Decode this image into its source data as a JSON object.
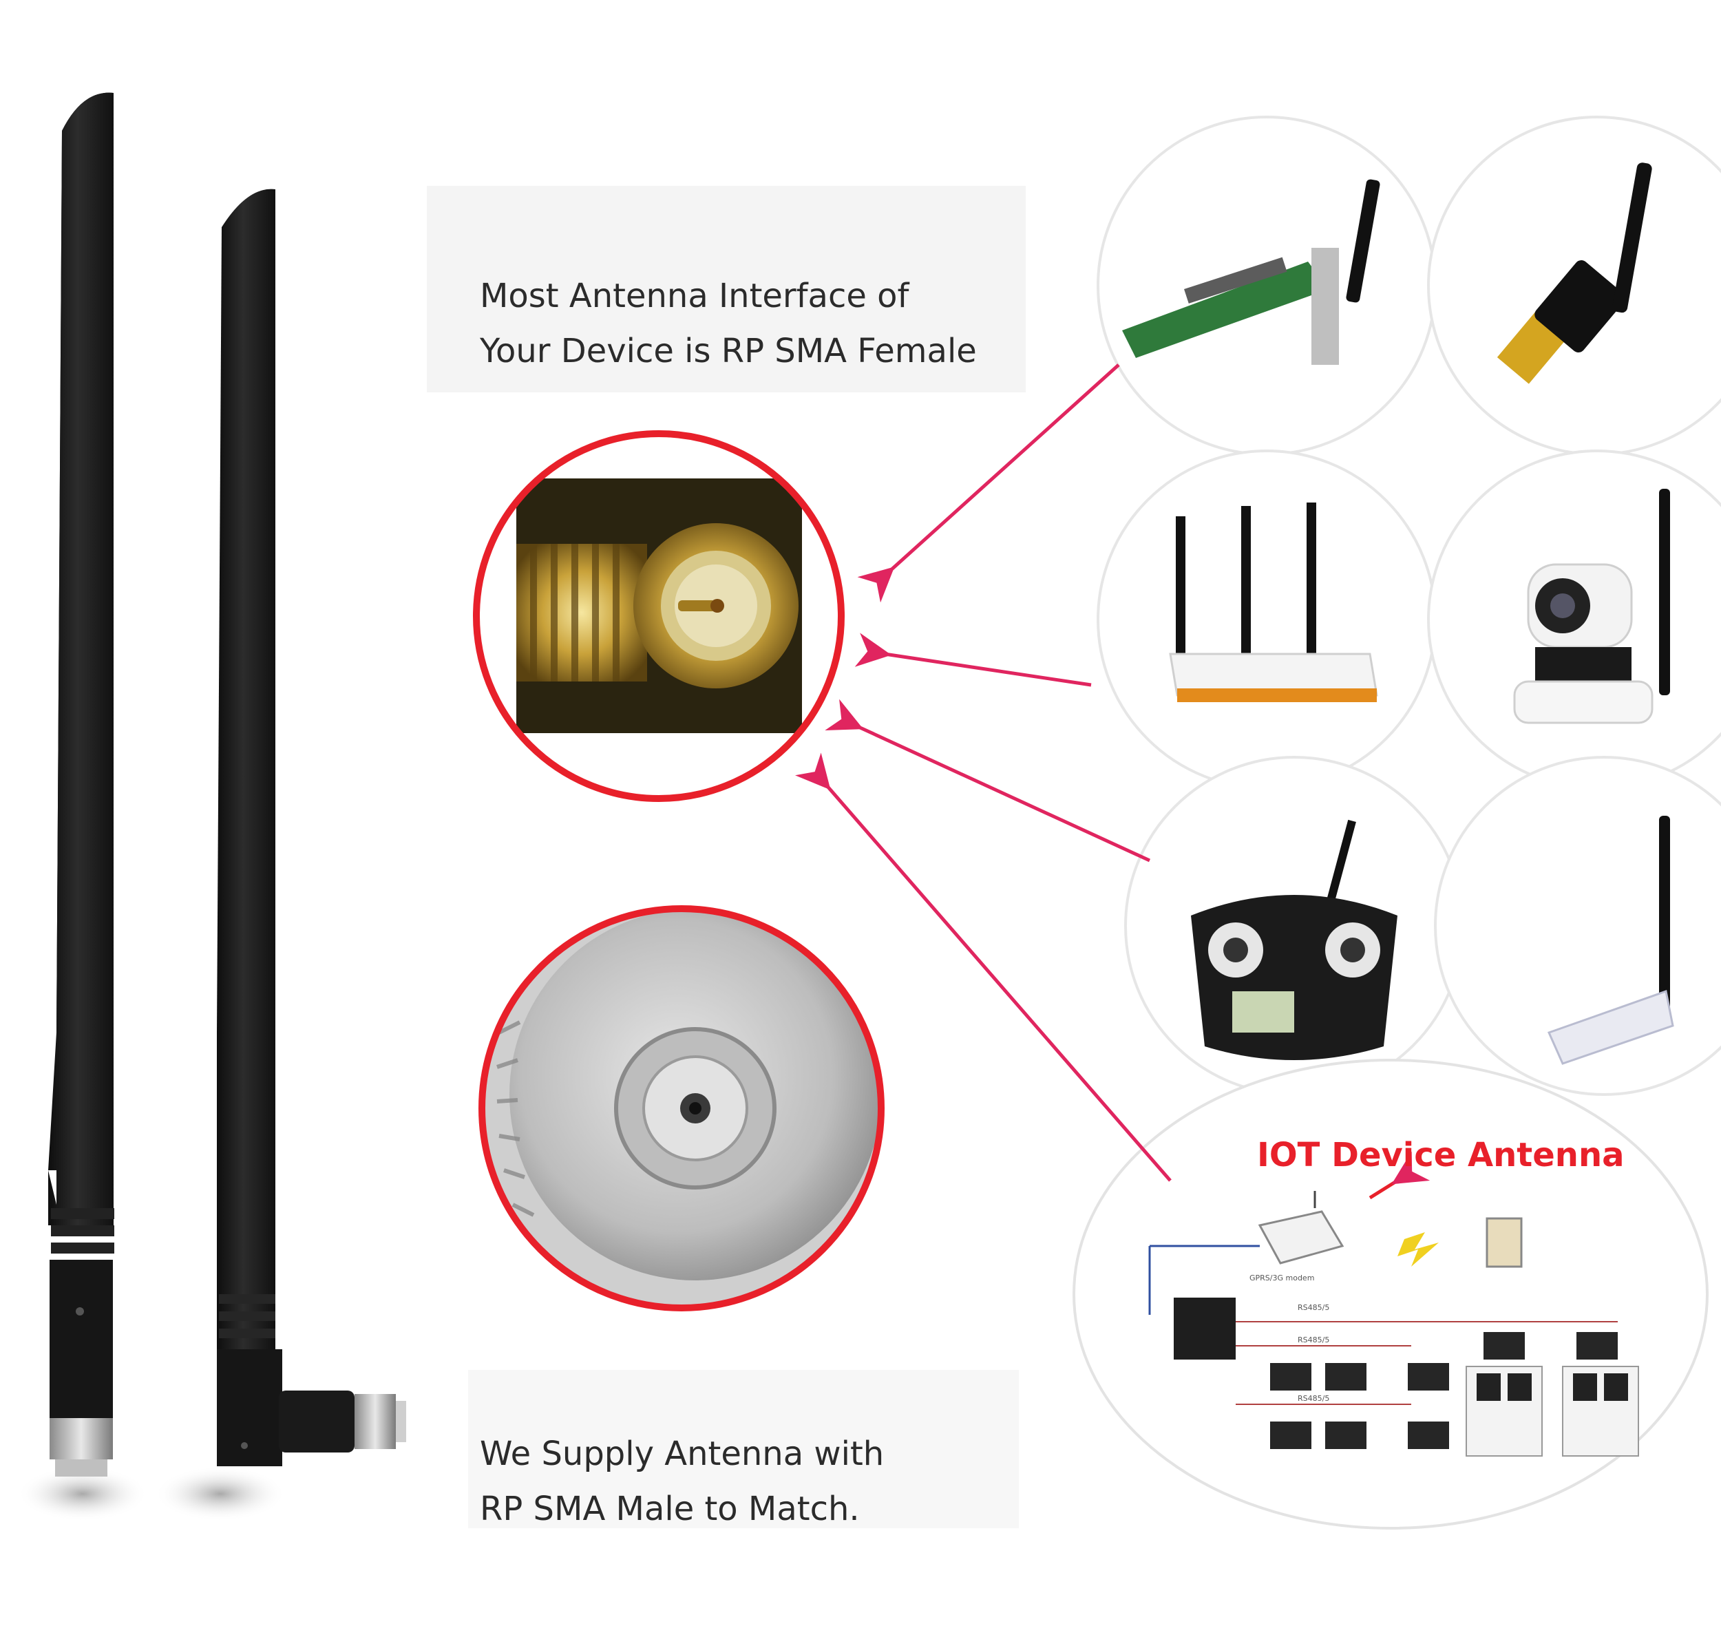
{
  "captions": {
    "top_line1": "Most Antenna Interface of",
    "top_line2": "Your Device is RP SMA Female",
    "bottom_line1": "We Supply Antenna with",
    "bottom_line2": "RP SMA Male to Match."
  },
  "iot": {
    "title": "IOT Device Antenna",
    "modem_label": "GPRS/3G modem",
    "bus_label_1": "RS485/5",
    "bus_label_2": "RS485/5",
    "bus_label_3": "RS485/5"
  },
  "colors": {
    "accent_red": "#e8202a",
    "arrow_pink": "#e0255f",
    "antenna_black": "#1c1c1c",
    "gold": "#c9a23a"
  }
}
